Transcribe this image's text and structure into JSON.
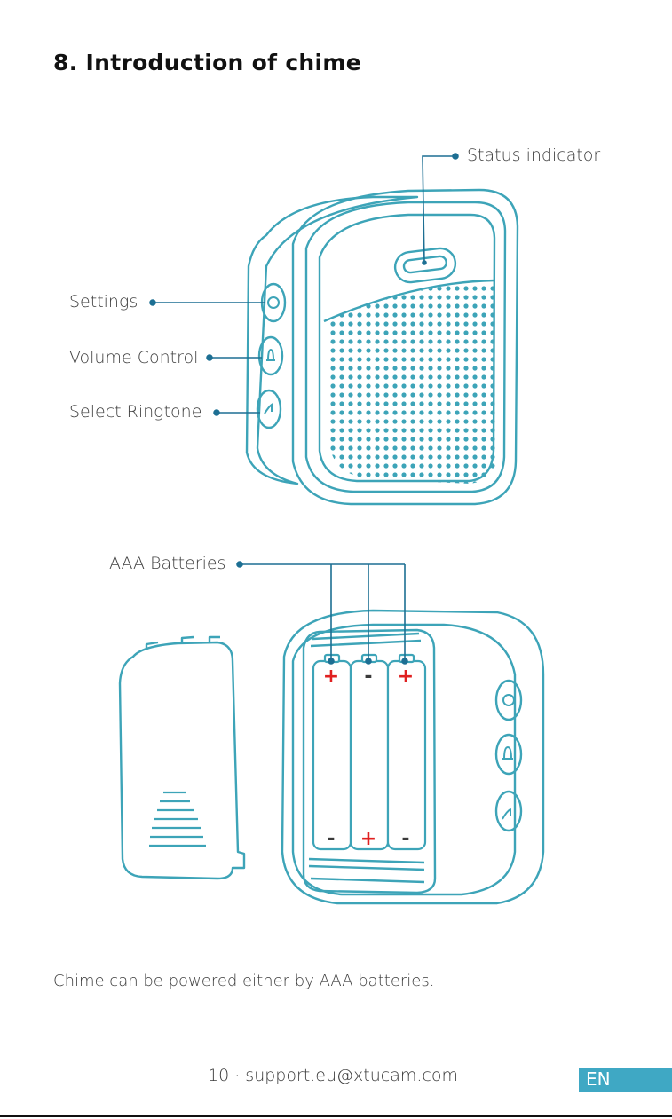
{
  "page": {
    "title": "8. Introduction of chime",
    "caption": "Chime can be powered either by AAA batteries.",
    "footer": "10 · support.eu@xtucam.com",
    "lang_badge": "EN"
  },
  "callouts": {
    "status_indicator": "Status indicator",
    "settings": "Settings",
    "volume_control": "Volume Control",
    "select_ringtone": "Select Ringtone",
    "aaa_batteries": "AAA Batteries"
  },
  "batteries": [
    {
      "top": "+",
      "bottom": "-"
    },
    {
      "top": "-",
      "bottom": "+"
    },
    {
      "top": "+",
      "bottom": "-"
    }
  ],
  "colors": {
    "outline": "#3da4b8",
    "leader": "#1d6f93",
    "polarity_positive": "#e02020",
    "polarity_negative": "#3a3a3a",
    "badge": "#3fa8c4"
  }
}
